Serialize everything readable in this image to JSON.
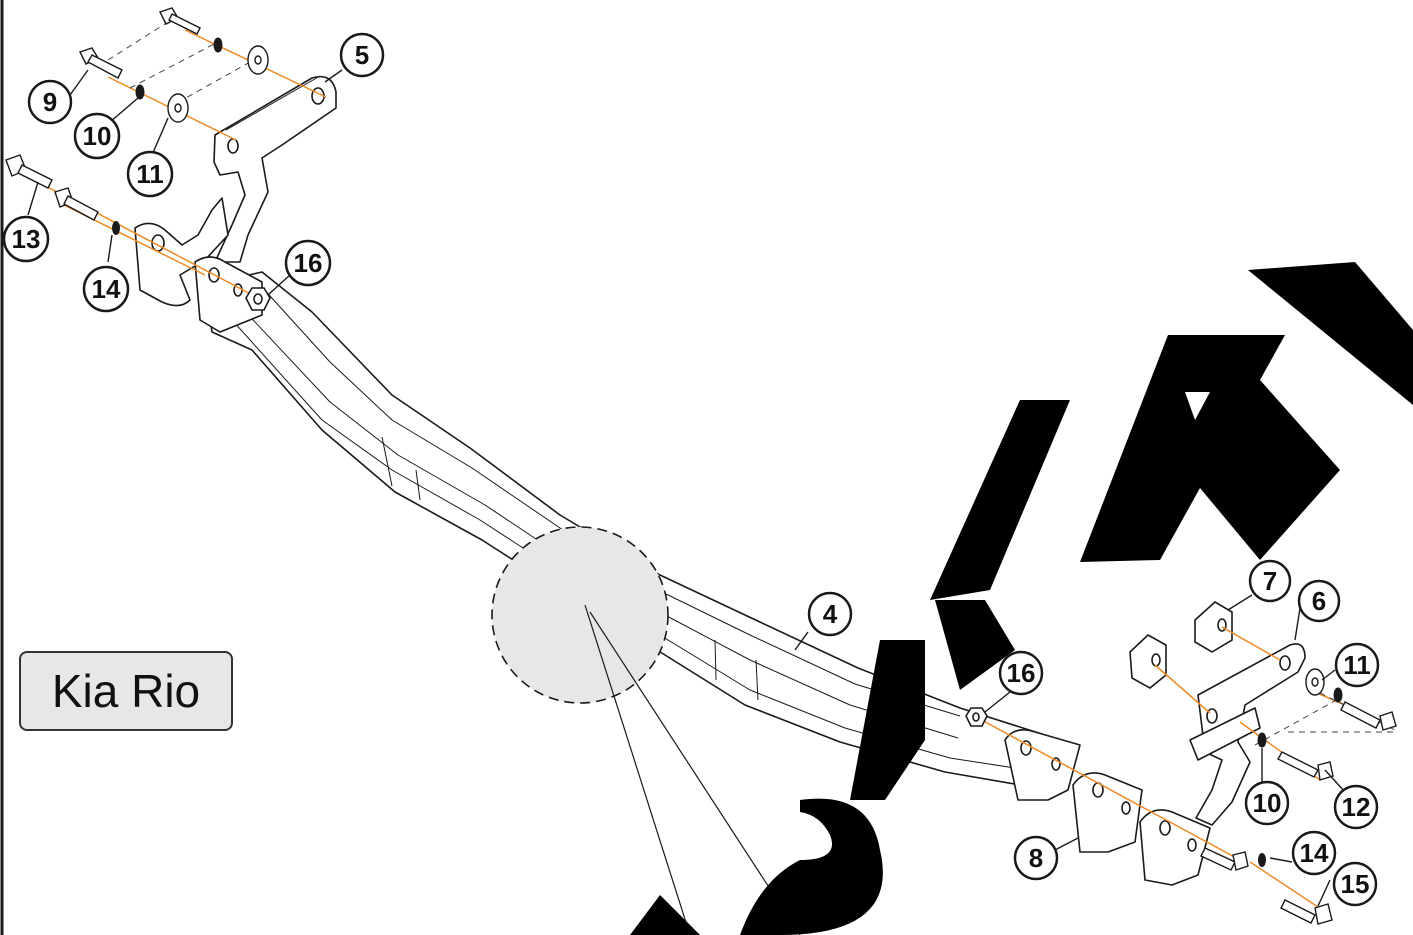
{
  "model_label": "Kia Rio",
  "watermark": "ORIGINAL",
  "colors": {
    "line": "#1a1a1a",
    "axis": "#f08a24",
    "detail_fill": "#e6e7e9",
    "watermark": "#000000",
    "callout_fill": "#ffffff"
  },
  "callouts": {
    "c4": "4",
    "c5": "5",
    "c6": "6",
    "c7": "7",
    "c8": "8",
    "c9": "9",
    "c10a": "10",
    "c10b": "10",
    "c11a": "11",
    "c11b": "11",
    "c12": "12",
    "c13": "13",
    "c14a": "14",
    "c14b": "14",
    "c15": "15",
    "c16a": "16",
    "c16b": "16"
  }
}
